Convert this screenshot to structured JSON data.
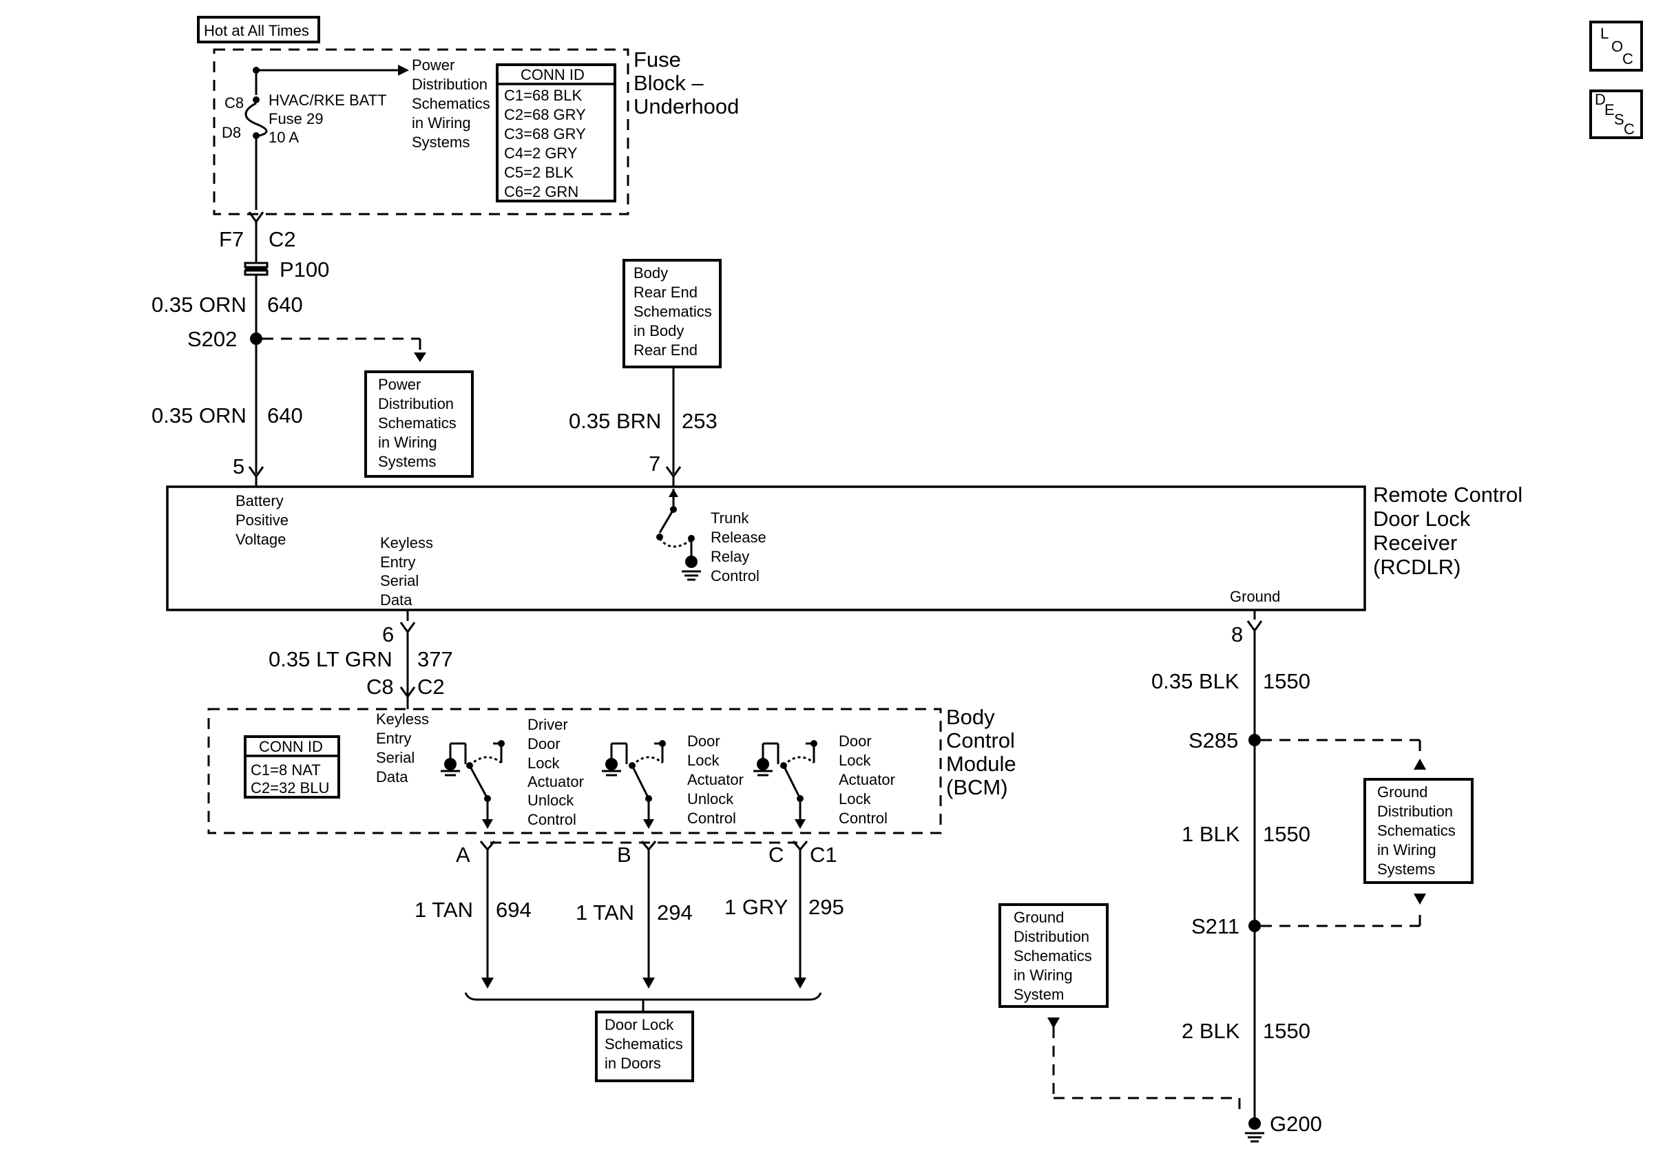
{
  "header": {
    "hot_at_all_times": "Hot at All Times"
  },
  "side_buttons": {
    "loc": {
      "l1": "L",
      "l2": "O",
      "l3": "C"
    },
    "desc": {
      "l1": "D",
      "l2": "E",
      "l3": "S",
      "l4": "C"
    }
  },
  "fuse_block": {
    "title": [
      "Fuse",
      "Block –",
      "Underhood"
    ],
    "pin_in": "C8",
    "pin_out": "D8",
    "fuse_label": [
      "HVAC/RKE BATT",
      "Fuse 29",
      "10 A"
    ],
    "power_ref": [
      "Power",
      "Distribution",
      "Schematics",
      "in Wiring",
      "Systems"
    ],
    "conn_id_title": "CONN ID",
    "conn_ids": [
      "C1=68 BLK",
      "C2=68 GRY",
      "C3=68 GRY",
      "C4=2 GRY",
      "C5=2 BLK",
      "C6=2 GRN"
    ]
  },
  "feed_circuit": {
    "conn_left": "F7",
    "conn_right": "C2",
    "passthrough": "P100",
    "wire1_color": "0.35 ORN",
    "wire1_num": "640",
    "splice": "S202",
    "power_ref_box": [
      "Power",
      "Distribution",
      "Schematics",
      "in Wiring",
      "Systems"
    ],
    "wire2_color": "0.35 ORN",
    "wire2_num": "640",
    "rcdlr_pin": "5"
  },
  "trunk_circuit": {
    "ref_box": [
      "Body",
      "Rear End",
      "Schematics",
      "in Body",
      "Rear End"
    ],
    "wire_color": "0.35 BRN",
    "wire_num": "253",
    "rcdlr_pin": "7"
  },
  "rcdlr": {
    "title": [
      "Remote Control",
      "Door Lock",
      "Receiver",
      "(RCDLR)"
    ],
    "battery_label": [
      "Battery",
      "Positive",
      "Voltage"
    ],
    "keyless_label": [
      "Keyless",
      "Entry",
      "Serial",
      "Data"
    ],
    "trunk_label": [
      "Trunk",
      "Release",
      "Relay",
      "Control"
    ],
    "ground_label": "Ground"
  },
  "serial_circuit": {
    "rcdlr_pin": "6",
    "wire_color": "0.35 LT GRN",
    "wire_num": "377",
    "bcm_conn_left": "C8",
    "bcm_conn_right": "C2"
  },
  "bcm": {
    "title": [
      "Body",
      "Control",
      "Module",
      "(BCM)"
    ],
    "conn_id_title": "CONN ID",
    "conn_ids": [
      "C1=8 NAT",
      "C2=32 BLU"
    ],
    "keyless_label": [
      "Keyless",
      "Entry",
      "Serial",
      "Data"
    ],
    "driver_unlock": [
      "Driver",
      "Door",
      "Lock",
      "Actuator",
      "Unlock",
      "Control"
    ],
    "unlock": [
      "Door",
      "Lock",
      "Actuator",
      "Unlock",
      "Control"
    ],
    "lock": [
      "Door",
      "Lock",
      "Actuator",
      "Lock",
      "Control"
    ]
  },
  "output_circuits": {
    "pin_a": "A",
    "pin_b": "B",
    "pin_c": "C",
    "conn": "C1",
    "wire_a_color": "1 TAN",
    "wire_a_num": "694",
    "wire_b_color": "1 TAN",
    "wire_b_num": "294",
    "wire_c_color": "1 GRY",
    "wire_c_num": "295",
    "ref_box": [
      "Door Lock",
      "Schematics",
      "in Doors"
    ]
  },
  "ground_circuit": {
    "rcdlr_pin": "8",
    "wire1_color": "0.35 BLK",
    "wire1_num": "1550",
    "splice1": "S285",
    "wire2_color": "1 BLK",
    "wire2_num": "1550",
    "splice2": "S211",
    "wire3_color": "2 BLK",
    "wire3_num": "1550",
    "ground_point": "G200",
    "ref_box_right": [
      "Ground",
      "Distribution",
      "Schematics",
      "in Wiring",
      "Systems"
    ],
    "ref_box_left": [
      "Ground",
      "Distribution",
      "Schematics",
      "in Wiring",
      "System"
    ]
  }
}
